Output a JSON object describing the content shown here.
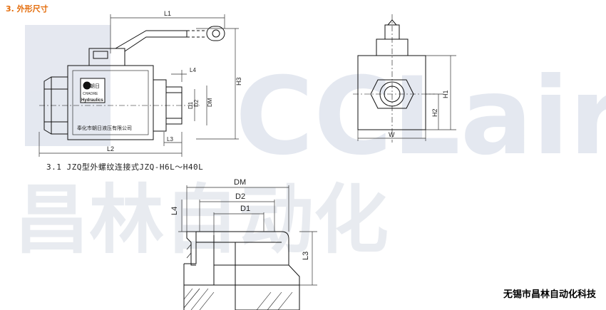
{
  "section_title": "3. 外形尺寸",
  "caption": "3.1  JZQ型外螺纹连接式JZQ-H6L～H40L",
  "company": "无锡市昌林自动化科技",
  "watermark": {
    "logo": "CCLair",
    "chinese": "昌林自动化",
    "color": "#cfd6e4"
  },
  "body_plate": {
    "brand": "朝日",
    "brand_en": "CHAORE",
    "word": "Hydraulics",
    "maker": "奉化市朝日液压有限公司"
  },
  "dims": {
    "L1": "L1",
    "L2": "L2",
    "L3": "L3",
    "L4": "L4",
    "H1": "H1",
    "H2": "H2",
    "H3": "H3",
    "D1": "D1",
    "D2": "D2",
    "DM": "DM",
    "W": "W"
  },
  "colors": {
    "line": "#111111",
    "dim": "#333333"
  }
}
